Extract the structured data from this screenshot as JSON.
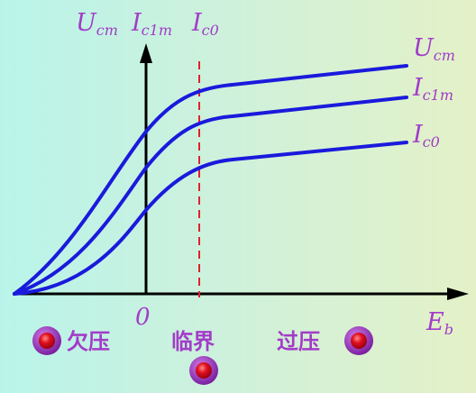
{
  "axes": {
    "y_labels": [
      {
        "main": "U",
        "sub": "cm"
      },
      {
        "main": "I",
        "sub": "c1m"
      },
      {
        "main": "I",
        "sub": "c0"
      }
    ],
    "x_label": {
      "main": "E",
      "sub": "b"
    },
    "origin_label": "0"
  },
  "curve_labels": [
    {
      "main": "U",
      "sub": "cm"
    },
    {
      "main": "I",
      "sub": "c1m"
    },
    {
      "main": "I",
      "sub": "c0"
    }
  ],
  "regions": {
    "under": "欠压",
    "critical": "临界",
    "over": "过压"
  },
  "colors": {
    "curve": "#1a1adc",
    "axis": "#000000",
    "dashed": "#e0202a",
    "label": "#a23cc8",
    "button_outer": "#a23cc8",
    "button_inner": "#e01020"
  }
}
